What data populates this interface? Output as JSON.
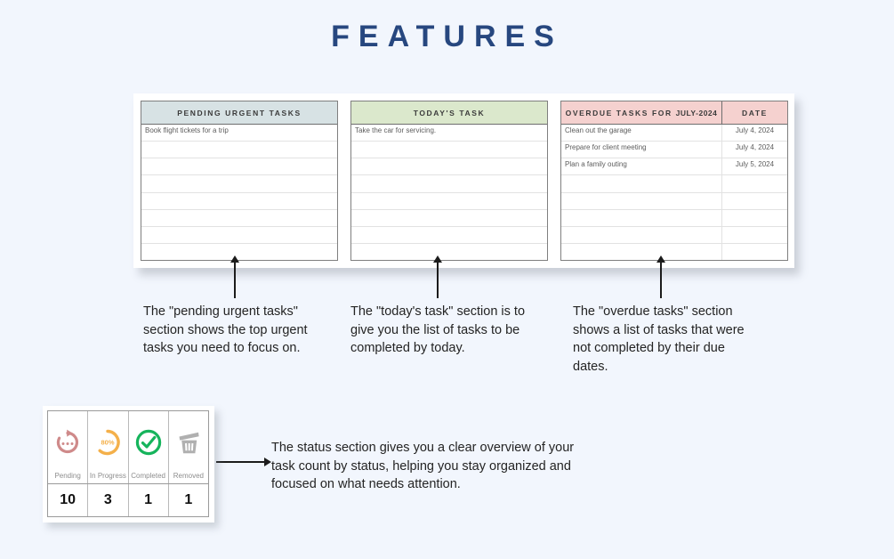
{
  "page": {
    "title": "FEATURES",
    "title_color": "#27477f",
    "background_color": "#f2f6fd"
  },
  "panels": [
    {
      "id": "pending-urgent-tasks",
      "header": "PENDING URGENT TASKS",
      "header_color": "#d7e2e4",
      "rows": [
        "Book flight tickets for a trip",
        "",
        "",
        "",
        "",
        "",
        "",
        ""
      ]
    },
    {
      "id": "todays-task",
      "header": "TODAY'S TASK",
      "header_color": "#dbe8cc",
      "rows": [
        "Take the car for servicing.",
        "",
        "",
        "",
        "",
        "",
        "",
        ""
      ]
    },
    {
      "id": "overdue-tasks",
      "header_prefix": "OVERDUE TASKS FOR ",
      "header_month": "JULY-2024",
      "header_date": "DATE",
      "header_color": "#f5d1cf",
      "rows": [
        {
          "task": "Clean out the garage",
          "date": "July 4, 2024"
        },
        {
          "task": "Prepare for client meeting",
          "date": "July 4, 2024"
        },
        {
          "task": "Plan a family outing",
          "date": "July 5, 2024"
        },
        {
          "task": "",
          "date": ""
        },
        {
          "task": "",
          "date": ""
        },
        {
          "task": "",
          "date": ""
        },
        {
          "task": "",
          "date": ""
        },
        {
          "task": "",
          "date": ""
        }
      ]
    }
  ],
  "captions": {
    "pending": "The \"pending urgent tasks\"\nsection shows the top  urgent\ntasks you need to focus on.",
    "today": "The \"today's task\" section is to\ngive you the list of tasks to be\ncompleted by today.",
    "overdue": "The \"overdue tasks\" section\nshows a list of tasks that were\nnot completed by their due\ndates.",
    "status": "The status section gives you a clear overview of your\ntask count by status, helping you stay organized and\nfocused on what needs attention."
  },
  "status_widget": {
    "columns": [
      {
        "icon": "pending-refresh-icon",
        "label": "Pending",
        "count": "10",
        "color": "#cf8a8a"
      },
      {
        "icon": "in-progress-donut-icon",
        "label": "In Progress",
        "count": "3",
        "color": "#f4b04a",
        "percent": "80%"
      },
      {
        "icon": "completed-check-icon",
        "label": "Completed",
        "count": "1",
        "color": "#16b45c"
      },
      {
        "icon": "removed-trash-icon",
        "label": "Removed",
        "count": "1",
        "color": "#b0b0b0"
      }
    ]
  }
}
